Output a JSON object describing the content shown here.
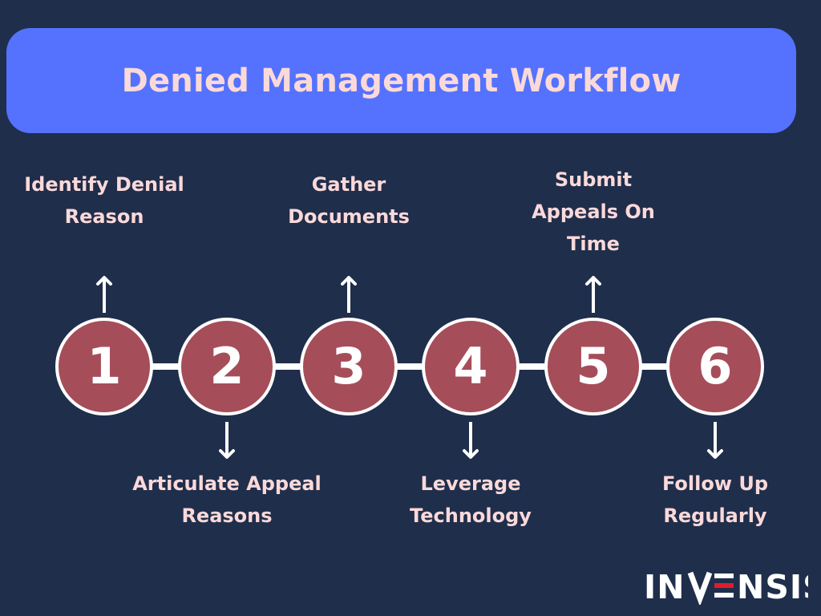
{
  "title": "Denied Management Workflow",
  "colors": {
    "background": "#1f2e4b",
    "banner": "#5572ff",
    "title_text": "#fbd9d9",
    "circle_fill": "#a64d5a",
    "circle_border": "#ffffff",
    "number_text": "#ffffff",
    "label_text": "#fbd9d9",
    "connector": "#ffffff",
    "logo_text": "#ffffff",
    "logo_accent": "#e11d2a"
  },
  "steps": [
    {
      "number": "1",
      "label_lines": [
        "Identify Denial",
        "Reason"
      ],
      "label_position": "top"
    },
    {
      "number": "2",
      "label_lines": [
        "Articulate Appeal",
        "Reasons"
      ],
      "label_position": "bottom"
    },
    {
      "number": "3",
      "label_lines": [
        "Gather",
        "Documents"
      ],
      "label_position": "top"
    },
    {
      "number": "4",
      "label_lines": [
        "Leverage",
        "Technology"
      ],
      "label_position": "bottom"
    },
    {
      "number": "5",
      "label_lines": [
        "Submit",
        "Appeals On",
        "Time"
      ],
      "label_position": "top"
    },
    {
      "number": "6",
      "label_lines": [
        "Follow Up",
        "Regularly"
      ],
      "label_position": "bottom"
    }
  ],
  "logo": {
    "text_left": "IN",
    "text_right": "NSIS",
    "full_text": "INVENSIS",
    "icon": "invensis-logo"
  }
}
